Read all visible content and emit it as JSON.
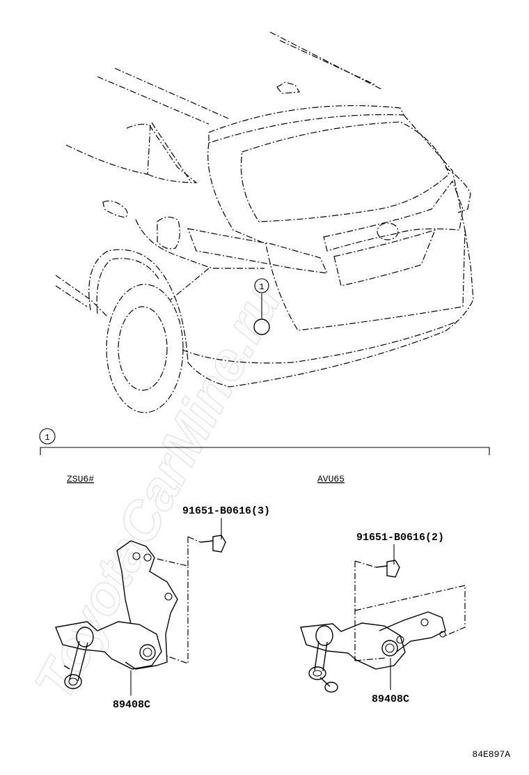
{
  "watermark": "ToyotaCarMine.ru",
  "callouts": {
    "location_marker": "1",
    "section_marker": "1"
  },
  "variants": [
    {
      "model": "ZSU6#",
      "bolt_part": "91651-B0616(3)",
      "sensor_part": "89408C"
    },
    {
      "model": "AVU65",
      "bolt_part": "91651-B0616(2)",
      "sensor_part": "89408C"
    }
  ],
  "figure_code": "84E897A"
}
